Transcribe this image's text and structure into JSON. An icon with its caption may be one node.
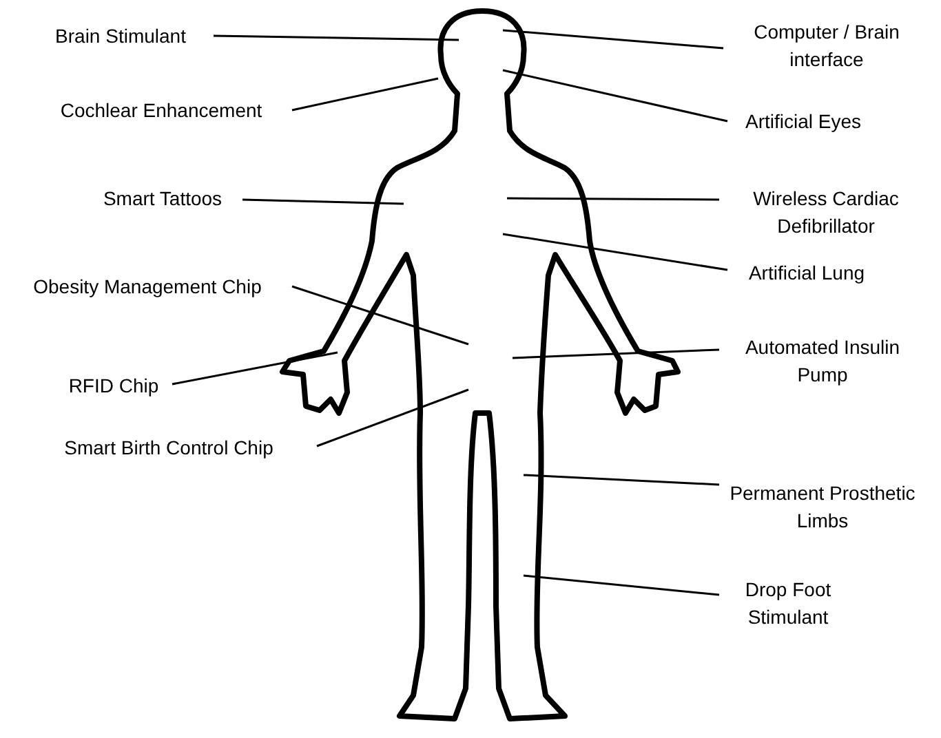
{
  "diagram": {
    "nodes": [
      {
        "text": [
          "Brain Stimulant"
        ]
      },
      {
        "text": [
          "Computer / Brain interface"
        ]
      },
      {
        "text": [
          "Cochlear Enhancement"
        ]
      },
      {
        "text": [
          "Artificial Eyes"
        ]
      },
      {
        "text": [
          "Smart Tattoos"
        ]
      },
      {
        "text": [
          "Wireless Cardiac Defibrillator"
        ]
      },
      {
        "text": [
          "Artificial Lung"
        ]
      },
      {
        "text": [
          "Obesity Management Chip"
        ]
      },
      {
        "text": [
          "Automated Insulin Pump"
        ]
      },
      {
        "text": [
          "RFID Chip"
        ]
      },
      {
        "text": [
          "Smart Birth Control Chip"
        ]
      },
      {
        "text": [
          "Permanent Prosthetic Limbs"
        ]
      },
      {
        "text": [
          "Drop Foot Stimulant"
        ]
      }
    ],
    "edges": [
      {
        "from": 0,
        "to": null,
        "arrow": "none"
      },
      {
        "from": 1,
        "to": null,
        "arrow": "none"
      },
      {
        "from": 2,
        "to": null,
        "arrow": "none"
      },
      {
        "from": 3,
        "to": null,
        "arrow": "none"
      },
      {
        "from": 4,
        "to": null,
        "arrow": "none"
      },
      {
        "from": 5,
        "to": null,
        "arrow": "none"
      },
      {
        "from": 6,
        "to": null,
        "arrow": "none"
      },
      {
        "from": 7,
        "to": null,
        "arrow": "none"
      },
      {
        "from": 8,
        "to": null,
        "arrow": "none"
      },
      {
        "from": 9,
        "to": null,
        "arrow": "none"
      },
      {
        "from": 10,
        "to": null,
        "arrow": "none"
      },
      {
        "from": 11,
        "to": null,
        "arrow": "none"
      },
      {
        "from": 12,
        "to": null,
        "arrow": "none"
      }
    ]
  }
}
